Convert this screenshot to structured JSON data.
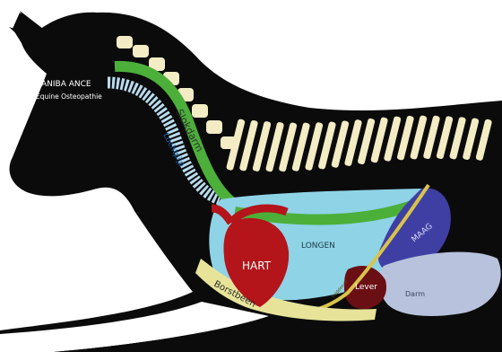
{
  "watermark": {
    "line1": "ANIBA ANCE",
    "line2": "Equine Osteopathie"
  },
  "labels": {
    "slokdarm": "Slokdarm",
    "luchtpijp": "Luchtpijp",
    "longen": "LONGEN",
    "hart": "HART",
    "maag": "MAAG",
    "lever": "Lever",
    "darm": "Darm",
    "borstbeen": "Borstbeen",
    "middenrif": "middenrif"
  },
  "colors": {
    "body": "#0b0b0b",
    "vertebrae": "#f3ecc4",
    "esophagus": "#4caf3a",
    "trachea": "#b9dcef",
    "lungs": "#8fd3e6",
    "heart": "#b3151b",
    "stomach": "#3f3fa3",
    "liver": "#6a0f14",
    "intestine": "#b8c2dc",
    "sternum": "#e7e49a",
    "diaphragm": "#d9c44a"
  }
}
